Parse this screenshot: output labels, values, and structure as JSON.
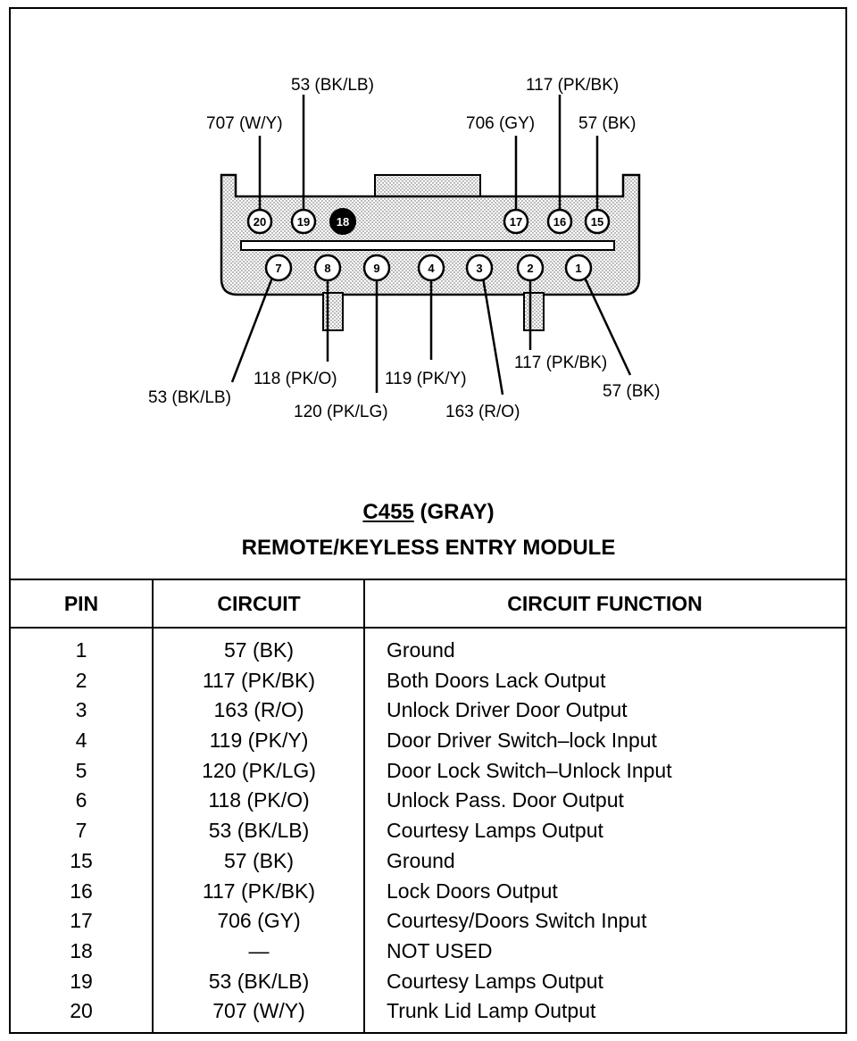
{
  "connector": {
    "name": "C455",
    "color_label": "(GRAY)",
    "module": "REMOTE/KEYLESS ENTRY MODULE",
    "pins": [
      {
        "num": "20",
        "used": true
      },
      {
        "num": "19",
        "used": true
      },
      {
        "num": "18",
        "used": false
      },
      {
        "num": "17",
        "used": true
      },
      {
        "num": "16",
        "used": true
      },
      {
        "num": "15",
        "used": true
      },
      {
        "num": "7",
        "used": true
      },
      {
        "num": "8",
        "used": true
      },
      {
        "num": "9",
        "used": true
      },
      {
        "num": "4",
        "used": true
      },
      {
        "num": "3",
        "used": true
      },
      {
        "num": "2",
        "used": true
      },
      {
        "num": "1",
        "used": true
      }
    ],
    "wire_labels": {
      "p20": "707 (W/Y)",
      "p19": "53 (BK/LB)",
      "p17": "706 (GY)",
      "p16": "117 (PK/BK)",
      "p15": "57 (BK)",
      "p7": "53 (BK/LB)",
      "p8": "118 (PK/O)",
      "p9": "120 (PK/LG)",
      "p4": "119 (PK/Y)",
      "p3": "163 (R/O)",
      "p2": "117 (PK/BK)",
      "p1": "57 (BK)"
    }
  },
  "table": {
    "headers": {
      "pin": "PIN",
      "circuit": "CIRCUIT",
      "function": "CIRCUIT FUNCTION"
    },
    "rows": [
      {
        "pin": "1",
        "circuit": "57 (BK)",
        "function": "Ground"
      },
      {
        "pin": "2",
        "circuit": "117 (PK/BK)",
        "function": "Both Doors Lack Output"
      },
      {
        "pin": "3",
        "circuit": "163 (R/O)",
        "function": "Unlock Driver Door Output"
      },
      {
        "pin": "4",
        "circuit": "119 (PK/Y)",
        "function": "Door Driver Switch–lock Input"
      },
      {
        "pin": "5",
        "circuit": "120 (PK/LG)",
        "function": "Door Lock Switch–Unlock Input"
      },
      {
        "pin": "6",
        "circuit": "118 (PK/O)",
        "function": "Unlock Pass. Door Output"
      },
      {
        "pin": "7",
        "circuit": "53 (BK/LB)",
        "function": "Courtesy Lamps Output"
      },
      {
        "pin": "15",
        "circuit": "57 (BK)",
        "function": "Ground"
      },
      {
        "pin": "16",
        "circuit": "117 (PK/BK)",
        "function": "Lock Doors Output"
      },
      {
        "pin": "17",
        "circuit": "706 (GY)",
        "function": "Courtesy/Doors Switch Input"
      },
      {
        "pin": "18",
        "circuit": "—",
        "function": "NOT USED"
      },
      {
        "pin": "19",
        "circuit": "53 (BK/LB)",
        "function": "Courtesy Lamps Output"
      },
      {
        "pin": "20",
        "circuit": "707 (W/Y)",
        "function": "Trunk Lid Lamp Output"
      }
    ]
  }
}
